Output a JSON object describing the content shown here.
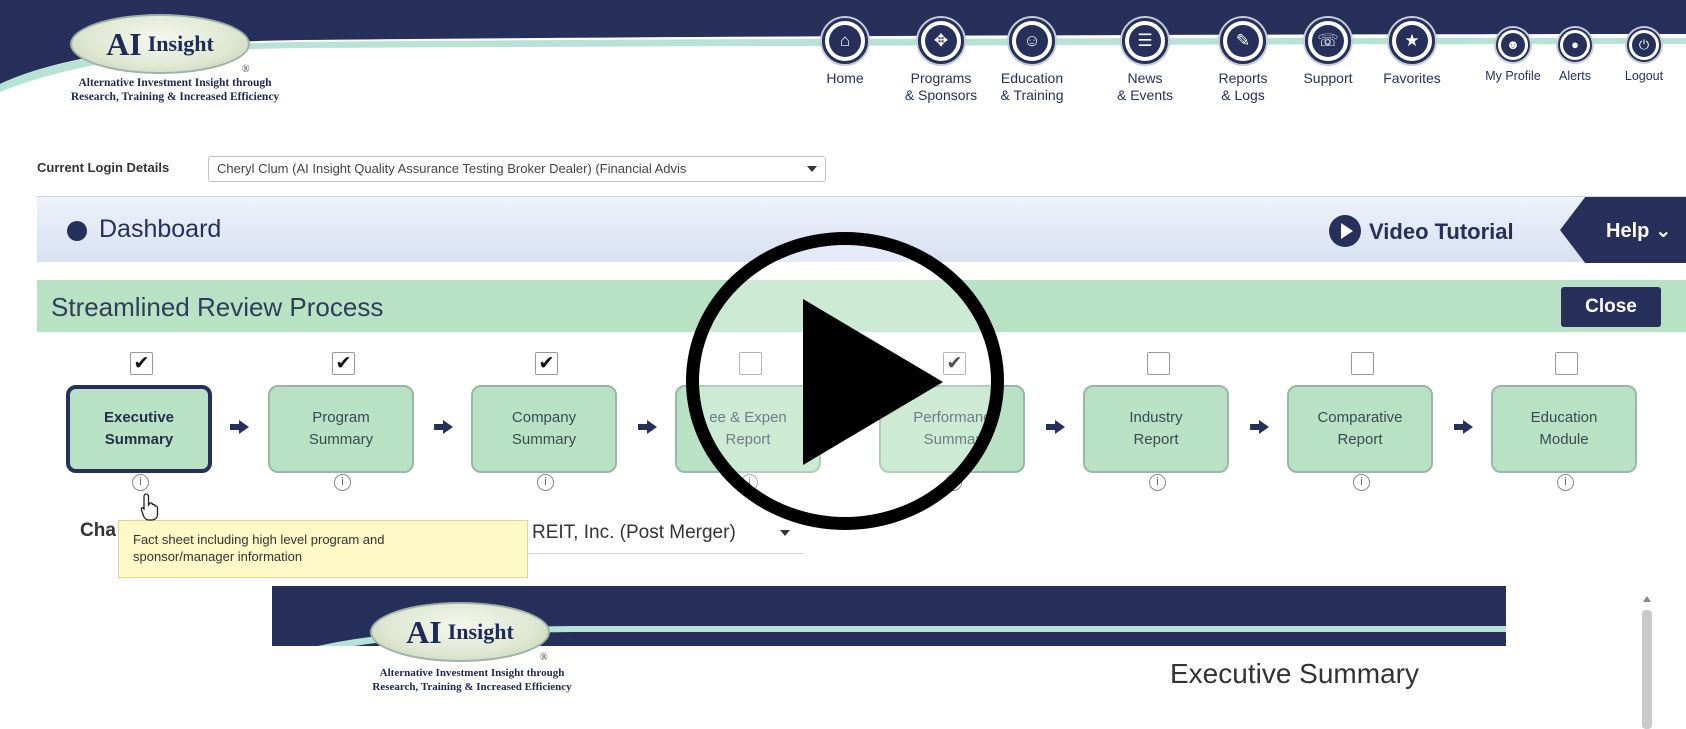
{
  "brand": {
    "logo_ai": "AI",
    "logo_insight": "Insight",
    "logo_reg": "®",
    "tagline_line1": "Alternative Investment Insight through",
    "tagline_line2": "Research, Training & Increased Efficiency"
  },
  "nav": [
    {
      "label1": "Home",
      "label2": "",
      "icon": "⌂"
    },
    {
      "label1": "Programs",
      "label2": "& Sponsors",
      "icon": "✥"
    },
    {
      "label1": "Education",
      "label2": "& Training",
      "icon": "☺"
    },
    {
      "label1": "News",
      "label2": "& Events",
      "icon": "☰"
    },
    {
      "label1": "Reports",
      "label2": "& Logs",
      "icon": "✎"
    },
    {
      "label1": "Support",
      "label2": "",
      "icon": "☏"
    },
    {
      "label1": "Favorites",
      "label2": "",
      "icon": "★"
    },
    {
      "label1": "My Profile",
      "label2": "",
      "icon": "☻"
    },
    {
      "label1": "Alerts",
      "label2": "",
      "icon": "●"
    },
    {
      "label1": "Logout",
      "label2": "",
      "icon": "⏻"
    }
  ],
  "login": {
    "label": "Current Login Details",
    "value": "Cheryl Clum (AI Insight Quality Assurance Testing Broker Dealer) (Financial Advis"
  },
  "dashboard": {
    "title": "Dashboard",
    "video_tutorial": "Video Tutorial",
    "help": "Help ⌄"
  },
  "review": {
    "title": "Streamlined Review Process",
    "close": "Close"
  },
  "steps": [
    {
      "line1": "Executive",
      "line2": "Summary",
      "checked": "✔",
      "active": true
    },
    {
      "line1": "Program",
      "line2": "Summary",
      "checked": "✔",
      "active": false
    },
    {
      "line1": "Company",
      "line2": "Summary",
      "checked": "✔",
      "active": false
    },
    {
      "line1": "ee & Expen",
      "line2": "Report",
      "checked": "",
      "active": false
    },
    {
      "line1": "Performanc",
      "line2": "Summar",
      "checked": "✔",
      "active": false
    },
    {
      "line1": "Industry",
      "line2": "Report",
      "checked": "",
      "active": false
    },
    {
      "line1": "Comparative",
      "line2": "Report",
      "checked": "",
      "active": false
    },
    {
      "line1": "Education",
      "line2": "Module",
      "checked": "",
      "active": false
    }
  ],
  "info_glyph": "i",
  "change_program": {
    "label": "Cha",
    "value": "REIT, Inc. (Post Merger)"
  },
  "tooltip": {
    "line1": "Fact sheet including high level program and",
    "line2": "sponsor/manager information"
  },
  "document": {
    "title": "Executive Summary"
  },
  "colors": {
    "navy": "#27305a",
    "green": "#b9e2c4",
    "tooltip": "#fff9c8"
  }
}
